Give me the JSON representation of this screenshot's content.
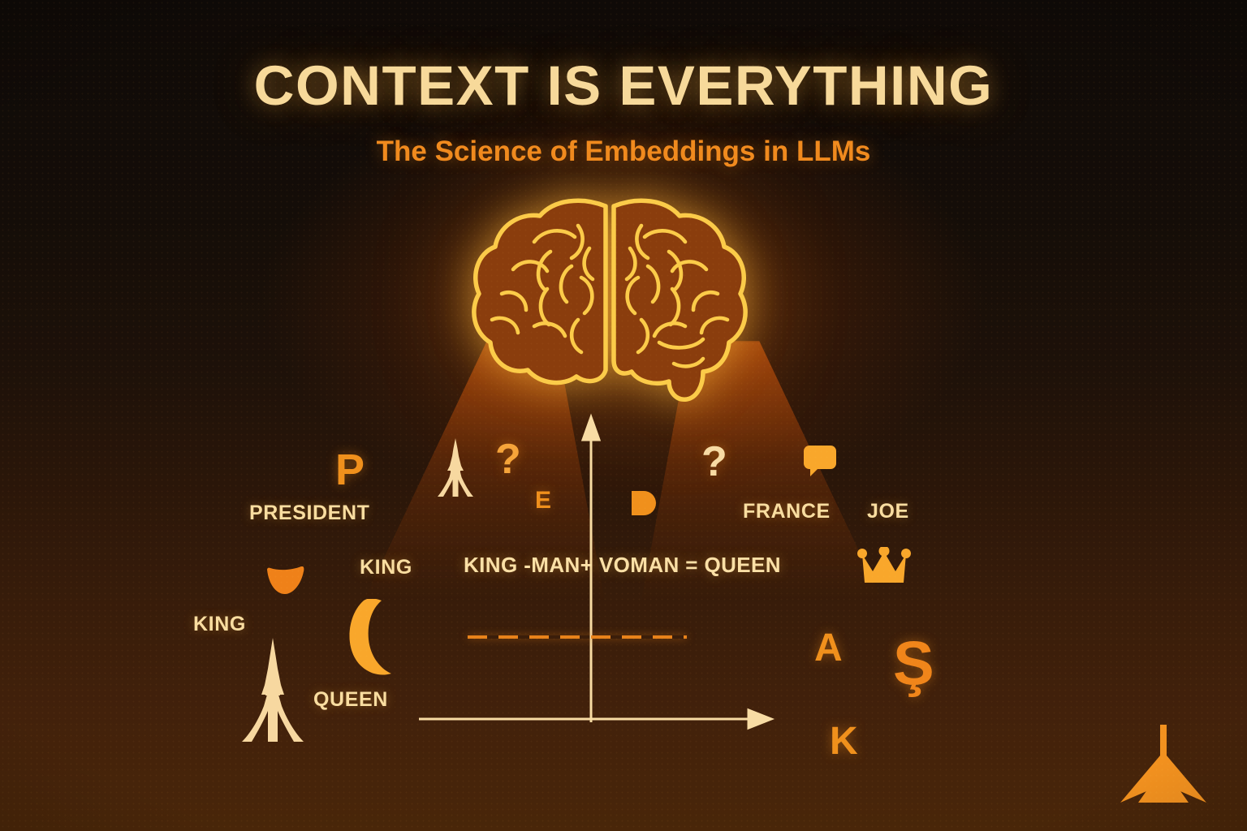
{
  "header": {
    "title": "CONTEXT IS EVERYTHING",
    "subtitle": "The Science of Embeddings in LLMs"
  },
  "colors": {
    "background_top": "#0e0907",
    "background_bottom": "#492609",
    "title": "#f7d99a",
    "subtitle": "#f08a1e",
    "accent_orange": "#f0901c",
    "cream": "#f9dda0",
    "beam": "#b04a0c"
  },
  "illustration": {
    "brain": {
      "name": "glowing-brain",
      "stroke": "#fbcb49",
      "fill": "#8a3d0d"
    },
    "beams": [
      "left-light-beam",
      "right-light-beam"
    ]
  },
  "axes": {
    "y_axis": "vertical-axis-arrow-up",
    "x_axis": "horizontal-axis-arrow-right",
    "dashed_line": "orange-dashed-line"
  },
  "equation": "KING -MAN+ VOMAN = QUEEN",
  "labels": [
    {
      "id": "president",
      "text": "PRESIDENT"
    },
    {
      "id": "france",
      "text": "FRANCE"
    },
    {
      "id": "joe",
      "text": "JOE"
    },
    {
      "id": "king-top",
      "text": "KING"
    },
    {
      "id": "king-left",
      "text": "KING"
    },
    {
      "id": "queen",
      "text": "QUEEN"
    }
  ],
  "glyphs": [
    {
      "id": "p-letter",
      "text": "P",
      "color": "#f0901c"
    },
    {
      "id": "question-left",
      "text": "?",
      "color": "#f5a43a"
    },
    {
      "id": "question-right",
      "text": "?",
      "color": "#f7dba4"
    },
    {
      "id": "e-letter",
      "text": "E",
      "color": "#f0901c"
    },
    {
      "id": "d-letter",
      "text": "D",
      "color": "#f0901c"
    },
    {
      "id": "a-letter",
      "text": "A",
      "color": "#f0901c"
    },
    {
      "id": "s-cedilla",
      "text": "Ş",
      "color": "#f0851a"
    },
    {
      "id": "k-letter",
      "text": "K",
      "color": "#f0901c"
    }
  ],
  "icons": [
    {
      "id": "eiffel-tower-top",
      "name": "eiffel-tower-icon"
    },
    {
      "id": "eiffel-tower-bottom",
      "name": "eiffel-tower-icon"
    },
    {
      "id": "speech-bubble",
      "name": "speech-bubble-icon"
    },
    {
      "id": "crown",
      "name": "crown-icon"
    },
    {
      "id": "bowl",
      "name": "bowl-icon"
    },
    {
      "id": "crescent-moon",
      "name": "crescent-moon-icon"
    },
    {
      "id": "brand-logo",
      "name": "triangle-arrow-logo"
    }
  ]
}
